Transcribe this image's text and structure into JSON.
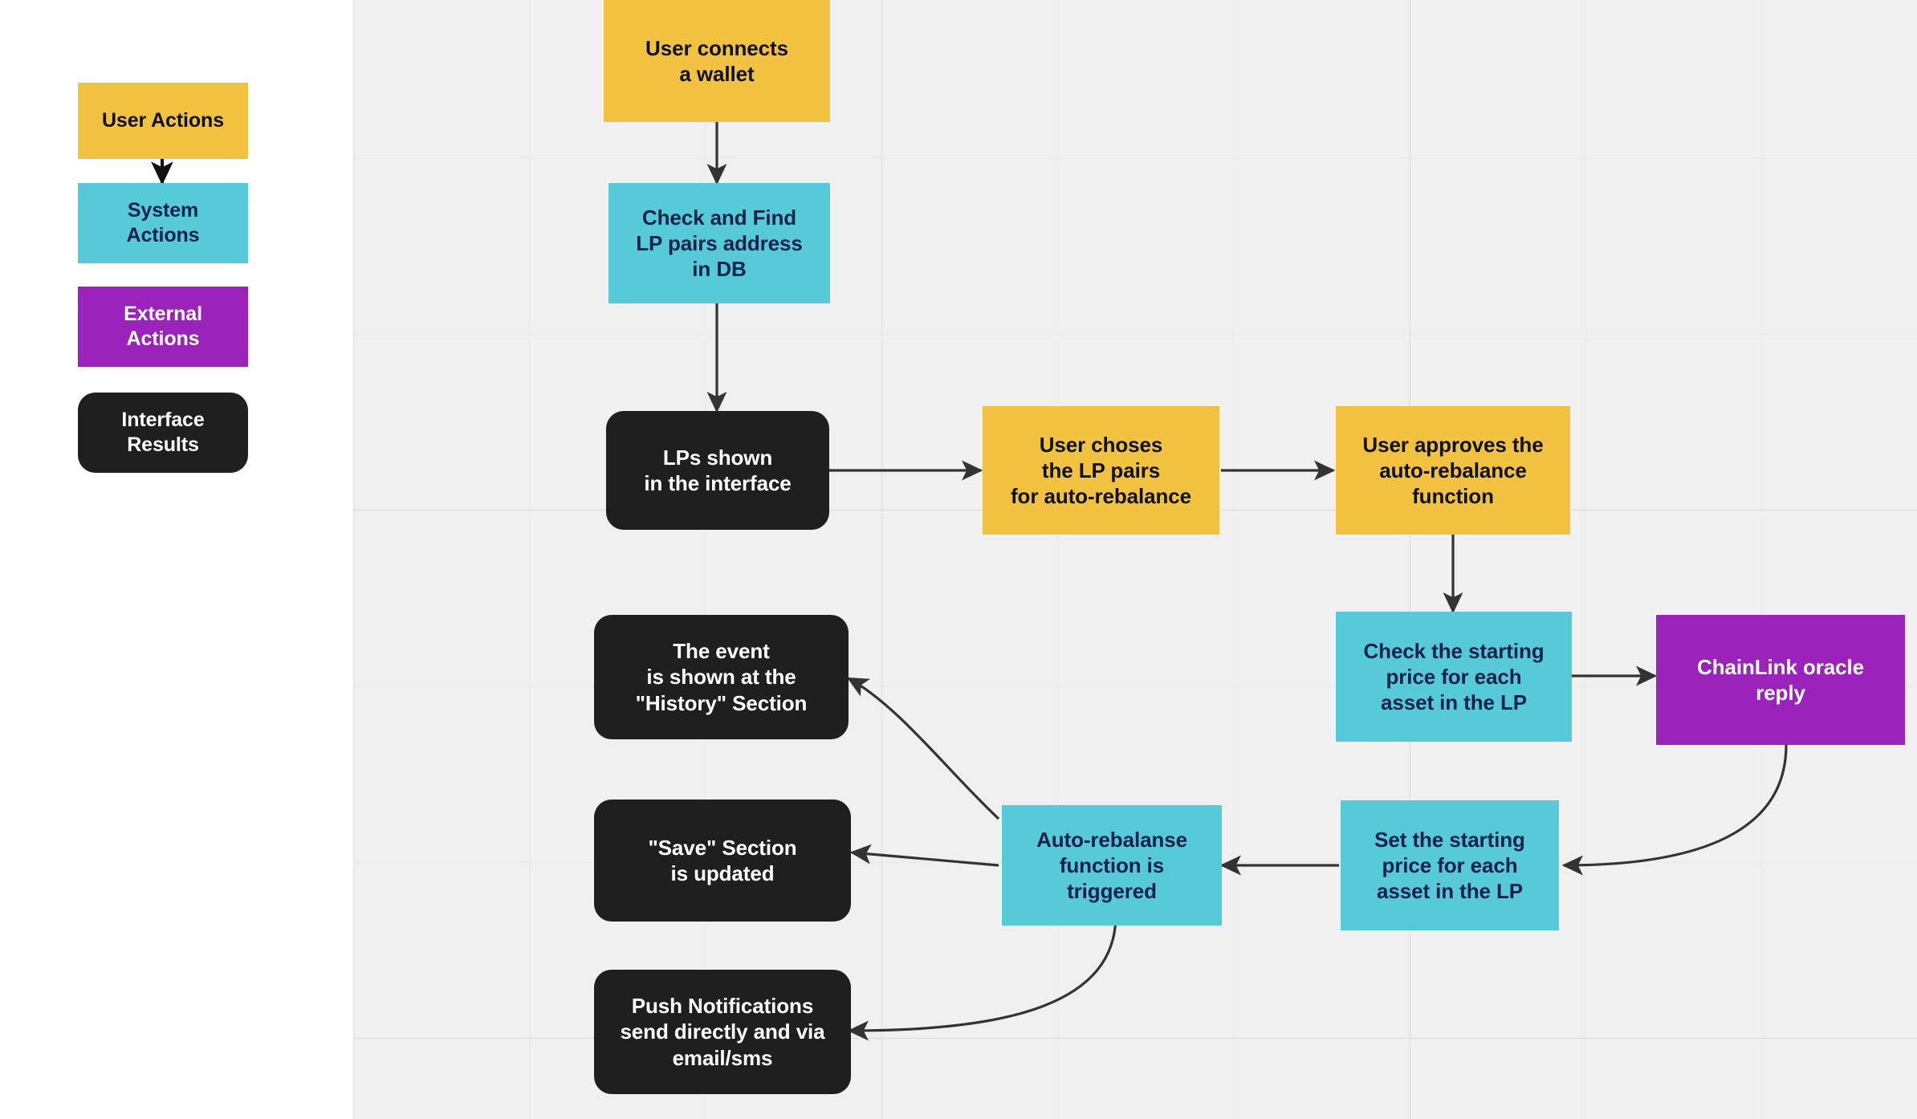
{
  "canvas": {
    "background_color": "#f0f0f0",
    "page_background_color": "#ffffff",
    "grid": "on"
  },
  "palette": {
    "user_actions": "#f0c23f",
    "system_actions": "#57cada",
    "external_actions": "#9b22ba",
    "interface_results": "#1f1f1f",
    "edge_color": "#333333"
  },
  "legend": {
    "title": "",
    "items": [
      {
        "id": "legend-user-actions",
        "label": "User Actions",
        "type": "user"
      },
      {
        "id": "legend-system-actions",
        "label": "System\nActions",
        "type": "system"
      },
      {
        "id": "legend-external-actions",
        "label": "External\nActions",
        "type": "ext"
      },
      {
        "id": "legend-interface-results",
        "label": "Interface\nResults",
        "type": "iface"
      }
    ]
  },
  "flow": {
    "nodes": [
      {
        "id": "user-connects-wallet",
        "label": "User connects\na wallet",
        "type": "user"
      },
      {
        "id": "check-find-lp-pairs",
        "label": "Check and Find\nLP pairs address\nin DB",
        "type": "system"
      },
      {
        "id": "lps-shown-interface",
        "label": "LPs shown\nin the interface",
        "type": "iface"
      },
      {
        "id": "user-choses-lp-pairs",
        "label": "User choses\nthe LP pairs\nfor auto-rebalance",
        "type": "user"
      },
      {
        "id": "user-approves-function",
        "label": "User approves the\nauto-rebalance\nfunction",
        "type": "user"
      },
      {
        "id": "check-starting-price",
        "label": "Check the starting\nprice for each\nasset in the LP",
        "type": "system"
      },
      {
        "id": "chainlink-oracle-reply",
        "label": "ChainLink oracle\nreply",
        "type": "ext"
      },
      {
        "id": "set-starting-price",
        "label": "Set the starting\nprice for each\nasset in the LP",
        "type": "system"
      },
      {
        "id": "auto-rebalanse-triggered",
        "label": "Auto-rebalanse\nfunction is\ntriggered",
        "type": "system"
      },
      {
        "id": "event-shown-history",
        "label": "The event\nis shown at the\n\"History\" Section",
        "type": "iface"
      },
      {
        "id": "save-section-updated",
        "label": "\"Save\" Section\nis updated",
        "type": "iface"
      },
      {
        "id": "push-notifications",
        "label": "Push Notifications\nsend directly and via\nemail/sms",
        "type": "iface"
      }
    ],
    "edges": [
      {
        "from": "user-connects-wallet",
        "to": "check-find-lp-pairs"
      },
      {
        "from": "check-find-lp-pairs",
        "to": "lps-shown-interface"
      },
      {
        "from": "lps-shown-interface",
        "to": "user-choses-lp-pairs"
      },
      {
        "from": "user-choses-lp-pairs",
        "to": "user-approves-function"
      },
      {
        "from": "user-approves-function",
        "to": "check-starting-price"
      },
      {
        "from": "check-starting-price",
        "to": "chainlink-oracle-reply"
      },
      {
        "from": "chainlink-oracle-reply",
        "to": "set-starting-price"
      },
      {
        "from": "set-starting-price",
        "to": "auto-rebalanse-triggered"
      },
      {
        "from": "auto-rebalanse-triggered",
        "to": "event-shown-history"
      },
      {
        "from": "auto-rebalanse-triggered",
        "to": "save-section-updated"
      },
      {
        "from": "auto-rebalanse-triggered",
        "to": "push-notifications"
      },
      {
        "from": "legend-user-actions",
        "to": "legend-system-actions"
      }
    ]
  }
}
